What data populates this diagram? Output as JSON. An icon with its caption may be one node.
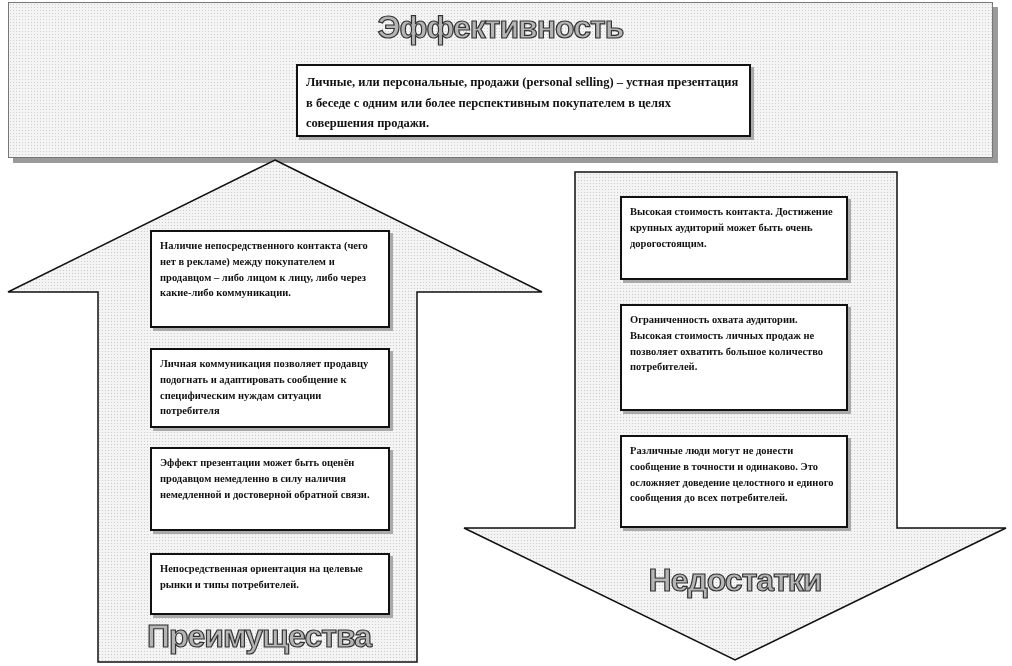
{
  "diagram": {
    "nodes": [
      {
        "text": [
          "Эффективность"
        ]
      },
      {
        "text": [
          "Личные, или персональные, продажи (personal selling) – устная презентация в беседе с одним или более перспективным покупателем в целях совершения продажи."
        ],
        "in": 0
      },
      {
        "text": [
          "Преимущества"
        ]
      },
      {
        "text": [
          "Наличие непосредственного контакта (чего нет в рекламе) между покупателем и продавцом – либо лицом к лицу, либо через какие-либо коммуникации."
        ],
        "in": 2
      },
      {
        "text": [
          "Личная коммуникация позволяет продавцу подогнать и адаптировать сообщение к специфическим нуждам ситуации потребителя"
        ],
        "in": 2
      },
      {
        "text": [
          "Эффект презентации может быть оценён продавцом немедленно в силу наличия немедленной и достоверной обратной связи."
        ],
        "in": 2
      },
      {
        "text": [
          "Непосредственная ориентация на целевые рынки и типы потребителей."
        ],
        "in": 2
      },
      {
        "text": [
          "Недостатки"
        ]
      },
      {
        "text": [
          "Высокая стоимость контакта. Достижение крупных аудиторий может быть очень дорогостоящим."
        ],
        "in": 7
      },
      {
        "text": [
          "Ограниченность охвата аудитории. Высокая стоимость личных продаж не позволяет охватить большое количество потребителей."
        ],
        "in": 7
      },
      {
        "text": [
          "Различные люди могут не донести сообщение в точности и одинаково. Это осложняет доведение целостного и единого сообщения до всех потребителей."
        ],
        "in": 7
      }
    ]
  }
}
